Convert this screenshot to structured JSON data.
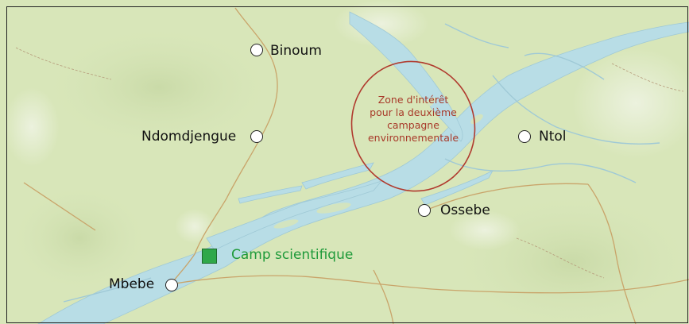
{
  "map": {
    "places": [
      {
        "id": "binoum",
        "label": "Binoum"
      },
      {
        "id": "ndomdjengue",
        "label": "Ndomdjengue"
      },
      {
        "id": "ntol",
        "label": "Ntol"
      },
      {
        "id": "ossebe",
        "label": "Ossebe"
      },
      {
        "id": "mbebe",
        "label": "Mbebe"
      }
    ],
    "camp": {
      "label": "Camp scientifique",
      "color": "#2fa84a"
    },
    "zone": {
      "lines": [
        "Zone d'intérêt",
        "pour la deuxième",
        "campagne",
        "environnementale"
      ],
      "color": "#a83a2a"
    },
    "colors": {
      "land": "#d8e6b9",
      "water": "#b8dde6",
      "roads": "#c9a46a"
    }
  }
}
